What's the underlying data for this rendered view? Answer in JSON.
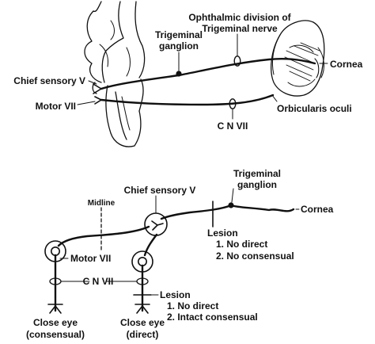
{
  "top_panel": {
    "ophthalmic_line1": "Ophthalmic division of",
    "ophthalmic_line2": "Trigeminal nerve",
    "trigeminal_line1": "Trigeminal",
    "trigeminal_line2": "ganglion",
    "cornea": "Cornea",
    "chief_sensory": "Chief sensory V",
    "motor": "Motor VII",
    "orbicularis": "Orbicularis oculi",
    "cn7": "C N VII"
  },
  "bottom_panel": {
    "trigeminal_line1": "Trigeminal",
    "trigeminal_line2": "ganglion",
    "chief_sensory": "Chief sensory V",
    "midline": "Midline",
    "cornea": "Cornea",
    "lesion1_title": "Lesion",
    "lesion1_item1": "1. No direct",
    "lesion1_item2": "2. No consensual",
    "motor": "Motor VII",
    "cn7": "C N VII",
    "lesion2_title": "Lesion",
    "lesion2_item1": "1. No direct",
    "lesion2_item2": "2. Intact consensual",
    "close_eye_left_line1": "Close eye",
    "close_eye_left_line2": "(consensual)",
    "close_eye_right_line1": "Close eye",
    "close_eye_right_line2": "(direct)"
  }
}
